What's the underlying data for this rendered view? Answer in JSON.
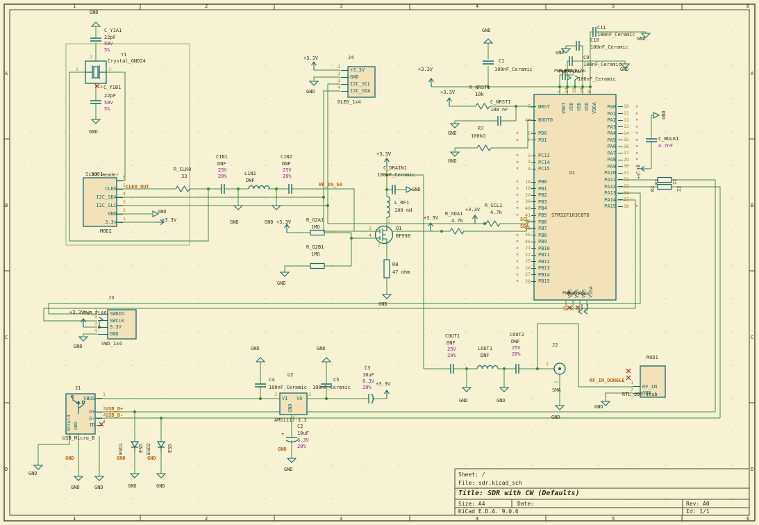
{
  "frame": {
    "cols": [
      "1",
      "2",
      "3",
      "4",
      "5",
      "6"
    ],
    "rows": [
      "A",
      "B",
      "C",
      "D"
    ]
  },
  "title_block": {
    "sheet": "Sheet: /",
    "file": "File: sdr.kicad_sch",
    "title": "Title: SDR with CW (Defaults)",
    "size": "Size: A4",
    "date": "Date:",
    "rev": "Rev: A0",
    "tool": "KiCad E.D.A. 9.0.6",
    "id": "Id: 1/1"
  },
  "net": {
    "gnd": "GND",
    "p33": "+3.3V",
    "pwr_flag": "PWR_FLAG",
    "clk0_out": "CLK0_OUT",
    "rf_in_50": "RF_IN_50",
    "usb_dp": "USB_D+",
    "usb_dm": "USB_D-",
    "rf_in_dongle": "RF_IN_DONGLE",
    "scl": "SCL",
    "sda": "SDA",
    "plus": "+"
  },
  "xtal": {
    "ref": "Y1",
    "value": "Crystal_GND24",
    "p1": "1",
    "p2": "2",
    "p3": "3",
    "p4": "4",
    "ca": {
      "ref": "C_Y1A1",
      "value": "22pF",
      "v": "50V",
      "tol": "5%"
    },
    "cb": {
      "ref": "C_Y1B1",
      "value": "22pF",
      "v": "50V",
      "tol": "5%"
    }
  },
  "mod2": {
    "ref": "MOD2",
    "name_a": "Si5351",
    "name_b": "RF_Header",
    "pins": [
      {
        "num": "6",
        "name": ""
      },
      {
        "num": "5",
        "name": "CLK0"
      },
      {
        "num": "4",
        "name": "I2C_SDA"
      },
      {
        "num": "3",
        "name": "I2C_SLC"
      },
      {
        "num": "2",
        "name": "GND"
      },
      {
        "num": "1",
        "name": "3.3v"
      }
    ]
  },
  "rclk0": {
    "ref": "R_CLK0",
    "value": "33"
  },
  "c1n1": {
    "ref": "C1N1",
    "value": "DNF",
    "v": "25V",
    "tol": "20%"
  },
  "l1n1": {
    "ref": "L1N1",
    "value": "DNF"
  },
  "c1n2": {
    "ref": "C1N2",
    "value": "DNF",
    "v": "25V",
    "tol": "20%"
  },
  "rg2a": {
    "ref": "R_G2A1",
    "value": "1MΩ"
  },
  "rg2b": {
    "ref": "R_G2B1",
    "value": "1MΩ"
  },
  "cdrain": {
    "ref": "C_DRAIN1",
    "value": "100nF_Ceramic"
  },
  "lrf": {
    "ref": "L_RF1",
    "value": "100 nH"
  },
  "q1": {
    "ref": "Q1",
    "value": "BF998",
    "p1": "1",
    "p2": "2",
    "p3": "3",
    "p4": "4"
  },
  "r8": {
    "ref": "R8",
    "value": "47 ohm"
  },
  "j4": {
    "ref": "J4",
    "value": "OLED_1x4",
    "pins": [
      {
        "num": "1",
        "name": "+3.3V"
      },
      {
        "num": "2",
        "name": "GND"
      },
      {
        "num": "3",
        "name": "I2C_SCL"
      },
      {
        "num": "4",
        "name": "I2C_SDA"
      }
    ]
  },
  "c1": {
    "ref": "C1",
    "value": "100nF_Ceramic"
  },
  "rnrst": {
    "ref": "R_NRST1",
    "value": "10k"
  },
  "cnrst": {
    "ref": "C_NRST1",
    "value": "100 nF"
  },
  "r7": {
    "ref": "R7",
    "value": "100kΩ"
  },
  "rsda": {
    "ref": "R_SDA1",
    "value": "4.7k"
  },
  "rscl": {
    "ref": "R_SCL1",
    "value": "4.7k"
  },
  "c8": {
    "value": "100nF_Ceramic"
  },
  "c9": {
    "ref": "C9",
    "value": "100nF_Ceramic"
  },
  "c10": {
    "ref": "C10",
    "value": "100nF_Ceramic"
  },
  "c11": {
    "ref": "C11",
    "value": "100nF_Ceramic"
  },
  "cbulk": {
    "ref": "C_BULK1",
    "value": "4.7nF"
  },
  "r1": {
    "ref": "R1",
    "value": "22"
  },
  "r2": {
    "ref": "R2",
    "value": "22"
  },
  "mcu": {
    "ref": "U1",
    "value": "STM32F103C8T6",
    "top": [
      {
        "num": "1",
        "name": "VBAT"
      },
      {
        "num": "24",
        "name": "VDD"
      },
      {
        "num": "36",
        "name": "VDD"
      },
      {
        "num": "48",
        "name": "VDD"
      },
      {
        "num": "9",
        "name": "VDDA"
      }
    ],
    "bottom": [
      {
        "num": "23",
        "name": "VSS"
      },
      {
        "num": "35",
        "name": "VSS"
      },
      {
        "num": "47",
        "name": "VSS"
      },
      {
        "num": "8",
        "name": "VSSA"
      }
    ],
    "left_g1": [
      {
        "num": "7",
        "name": "NRST"
      }
    ],
    "left_g2": [
      {
        "num": "44",
        "name": "BOOT0"
      }
    ],
    "left_g3": [
      {
        "num": "5",
        "name": "PD0",
        "nc": true
      },
      {
        "num": "6",
        "name": "PD1",
        "nc": true
      }
    ],
    "left_g4": [
      {
        "num": "2",
        "name": "PC13",
        "nc": true
      },
      {
        "num": "3",
        "name": "PC14",
        "nc": true
      },
      {
        "num": "4",
        "name": "PC15",
        "nc": true
      }
    ],
    "left_g5": [
      {
        "num": "18",
        "name": "PB0",
        "nc": true
      },
      {
        "num": "19",
        "name": "PB1",
        "nc": true
      },
      {
        "num": "20",
        "name": "PB2",
        "nc": true
      },
      {
        "num": "39",
        "name": "PB3",
        "nc": true
      },
      {
        "num": "40",
        "name": "PB4",
        "nc": true
      },
      {
        "num": "41",
        "name": "PB5",
        "nc": true
      },
      {
        "num": "42",
        "name": "PB6"
      },
      {
        "num": "43",
        "name": "PB7"
      },
      {
        "num": "45",
        "name": "PB8",
        "nc": true
      },
      {
        "num": "46",
        "name": "PB9",
        "nc": true
      },
      {
        "num": "21",
        "name": "PB10",
        "nc": true
      },
      {
        "num": "22",
        "name": "PB11",
        "nc": true
      },
      {
        "num": "25",
        "name": "PB12",
        "nc": true
      },
      {
        "num": "26",
        "name": "PB13",
        "nc": true
      },
      {
        "num": "27",
        "name": "PB14",
        "nc": true
      },
      {
        "num": "28",
        "name": "PB15",
        "nc": true
      }
    ],
    "right": [
      {
        "num": "10",
        "name": "PA0",
        "nc": true
      },
      {
        "num": "11",
        "name": "PA1",
        "nc": true
      },
      {
        "num": "12",
        "name": "PA2",
        "nc": true
      },
      {
        "num": "13",
        "name": "PA3",
        "nc": true
      },
      {
        "num": "14",
        "name": "PA4",
        "nc": true
      },
      {
        "num": "15",
        "name": "PA5",
        "nc": true
      },
      {
        "num": "16",
        "name": "PA6",
        "nc": true
      },
      {
        "num": "17",
        "name": "PA7",
        "nc": true
      },
      {
        "num": "29",
        "name": "PA8",
        "nc": true
      },
      {
        "num": "30",
        "name": "PA9",
        "nc": true
      },
      {
        "num": "31",
        "name": "PA10",
        "nc": true
      },
      {
        "num": "32",
        "name": "PA11"
      },
      {
        "num": "33",
        "name": "PA12"
      },
      {
        "num": "34",
        "name": "PA13"
      },
      {
        "num": "37",
        "name": "PA14"
      },
      {
        "num": "38",
        "name": "PA15",
        "nc": true
      }
    ]
  },
  "j3": {
    "ref": "J3",
    "value": "SWD_1x4",
    "pins": [
      {
        "num": "1",
        "name": "SWDIO"
      },
      {
        "num": "2",
        "name": "SWCLK"
      },
      {
        "num": "3",
        "name": "3.3V"
      },
      {
        "num": "4",
        "name": "GND"
      }
    ]
  },
  "j1": {
    "ref": "J1",
    "value": "USB_Micro_B",
    "shield": "Shield",
    "gnd": "GND",
    "pins_a": [
      {
        "num": "1",
        "name": "VBUS"
      }
    ],
    "pins_b": [
      {
        "num": "3",
        "name": "D+"
      },
      {
        "num": "2",
        "name": "D-"
      },
      {
        "num": "4",
        "name": "ID",
        "nc": true
      }
    ]
  },
  "esd1": {
    "ref": "ESD1",
    "value": "ESD"
  },
  "esd2": {
    "ref": "ESD2",
    "value": "ESD"
  },
  "u2": {
    "ref": "U2",
    "value": "AMS1117-3.3",
    "vi": "VI",
    "vo": "VO",
    "gnd": "GND",
    "p1": "1",
    "p2": "2",
    "p3": "3"
  },
  "c4": {
    "ref": "C4",
    "value": "100nF_Ceramic"
  },
  "c5": {
    "ref": "C5",
    "value": "100nF_Ceramic"
  },
  "c3": {
    "ref": "C3",
    "value": "10uF",
    "v": "6.3V",
    "tol": "20%"
  },
  "c2": {
    "ref": "C2",
    "value": "10uF",
    "v": "6.3V",
    "tol": "20%"
  },
  "cout1": {
    "ref": "COUT1",
    "value": "DNF",
    "v": "25V",
    "tol": "20%"
  },
  "lout1": {
    "ref": "LOUT1",
    "value": "DNF"
  },
  "cout2": {
    "ref": "COUT2",
    "value": "DNF",
    "v": "25V",
    "tol": "20%"
  },
  "j2": {
    "ref": "J2",
    "value": "SMA",
    "p1": "1",
    "p2": "2"
  },
  "mod1": {
    "ref": "MOD1",
    "value": "RTL_SDR_stub",
    "pins": [
      {
        "num": "1",
        "name": "RF_IN"
      },
      {
        "num": "2",
        "name": "GND"
      }
    ]
  }
}
